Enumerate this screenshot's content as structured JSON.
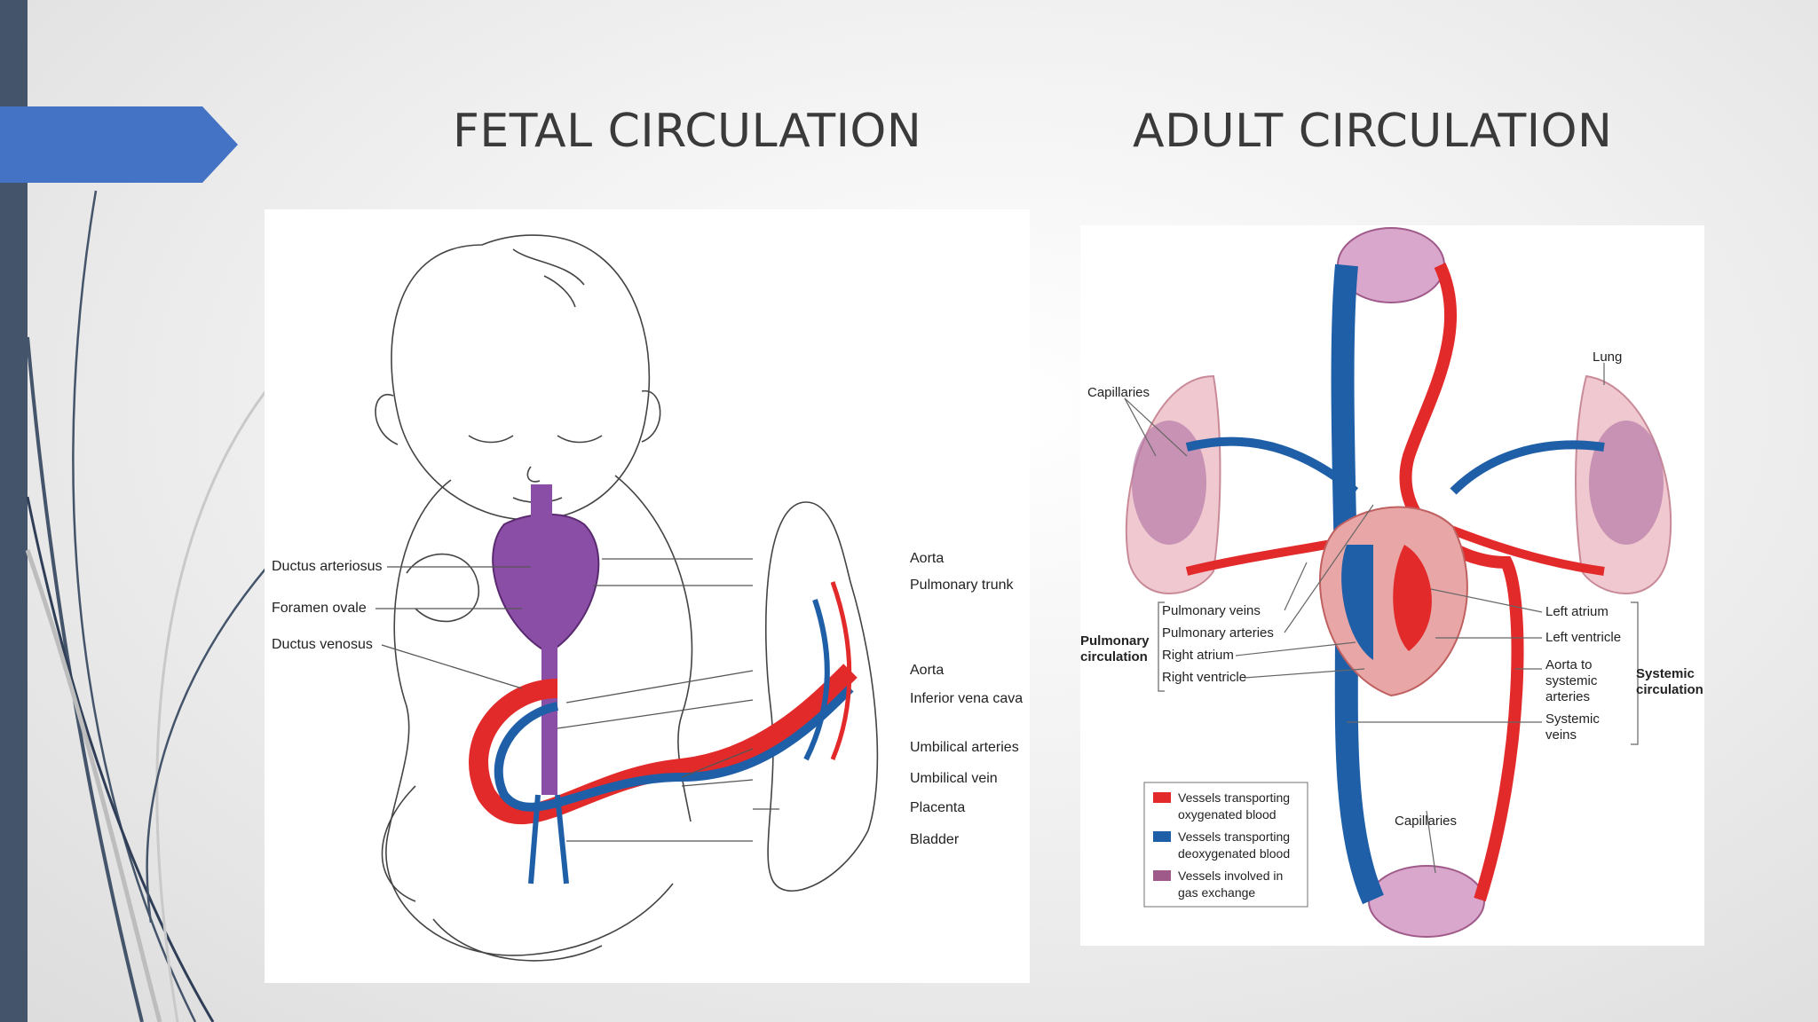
{
  "slide": {
    "fetal_title": "FETAL CIRCULATION",
    "adult_title": "ADULT CIRCULATION"
  },
  "fetal": {
    "labels": {
      "ductus_arteriosus": "Ductus arteriosus",
      "foramen_ovale": "Foramen ovale",
      "ductus_venosus": "Ductus venosus",
      "aorta_upper": "Aorta",
      "pulmonary_trunk": "Pulmonary trunk",
      "aorta_lower": "Aorta",
      "inferior_vena_cava": "Inferior vena cava",
      "umbilical_arteries": "Umbilical arteries",
      "umbilical_vein": "Umbilical vein",
      "placenta": "Placenta",
      "bladder": "Bladder"
    }
  },
  "adult": {
    "labels": {
      "capillaries_top": "Capillaries",
      "lung": "Lung",
      "pulmonary_veins": "Pulmonary veins",
      "pulmonary_arteries": "Pulmonary arteries",
      "right_atrium": "Right atrium",
      "right_ventricle": "Right ventricle",
      "pulmonary_circulation": "Pulmonary circulation",
      "left_atrium": "Left atrium",
      "left_ventricle": "Left ventricle",
      "aorta_to_systemic": "Aorta to systemic arteries",
      "systemic_veins": "Systemic veins",
      "systemic_circulation": "Systemic circulation",
      "capillaries_bottom": "Capillaries"
    },
    "legend": [
      {
        "label": "Vessels transporting oxygenated blood",
        "color": "#e32a2a"
      },
      {
        "label": "Vessels transporting deoxygenated blood",
        "color": "#1f5fa8"
      },
      {
        "label": "Vessels involved in gas exchange",
        "color": "#a05a8a"
      }
    ]
  },
  "colors": {
    "accent_chevron": "#4472c4",
    "side_bar": "#44546a",
    "oxygenated": "#e32a2a",
    "deoxygenated": "#1f5fa8",
    "mixed": "#8b4ea6",
    "exchange": "#a05a8a"
  }
}
